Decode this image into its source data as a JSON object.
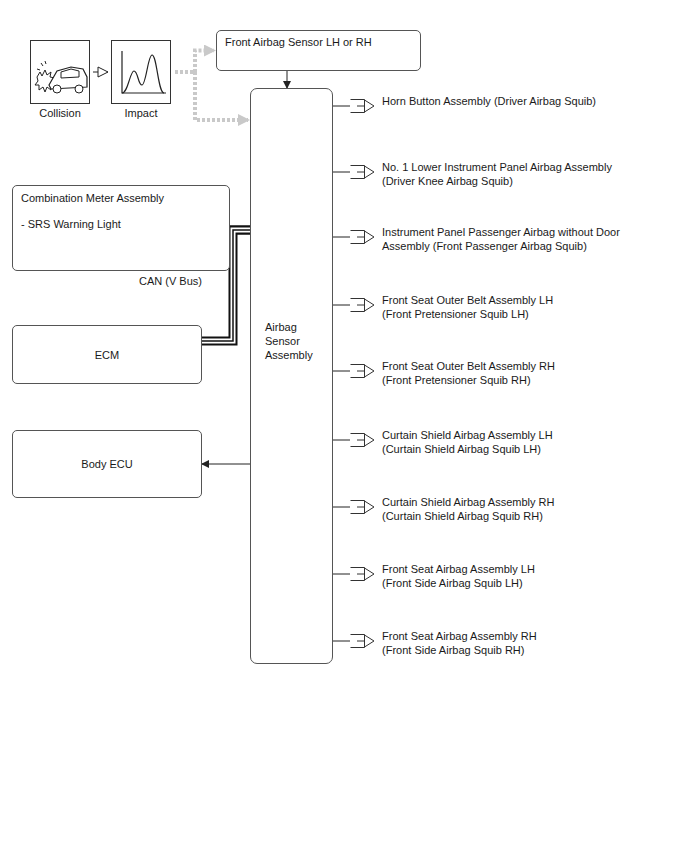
{
  "diagram": {
    "nodes": [
      {
        "text": [
          "Collision"
        ]
      },
      {
        "text": [
          "Impact"
        ]
      },
      {
        "text": [
          "Front Airbag Sensor LH or RH"
        ]
      },
      {
        "text": [
          "Airbag Sensor Assembly"
        ]
      },
      {
        "text": [
          "Combination Meter Assembly",
          "- SRS Warning Light"
        ]
      },
      {
        "text": [
          "ECM"
        ]
      },
      {
        "text": [
          "Body ECU"
        ]
      },
      {
        "text": [
          "Horn Button Assembly (Driver Airbag Squib)"
        ]
      },
      {
        "text": [
          "No. 1 Lower Instrument Panel Airbag Assembly",
          "(Driver Knee Airbag Squib)"
        ]
      },
      {
        "text": [
          "Instrument Panel Passenger Airbag without Door Assembly (Front Passenger Airbag Squib)"
        ]
      },
      {
        "text": [
          "Front Seat Outer Belt Assembly LH",
          "(Front Pretensioner Squib LH)"
        ]
      },
      {
        "text": [
          "Front Seat Outer Belt Assembly RH",
          "(Front Pretensioner Squib RH)"
        ]
      },
      {
        "text": [
          "Curtain Shield Airbag Assembly LH",
          "(Curtain Shield Airbag Squib LH)"
        ]
      },
      {
        "text": [
          "Curtain Shield Airbag Assembly RH",
          "(Curtain Shield Airbag Squib RH)"
        ]
      },
      {
        "text": [
          "Front Seat Airbag Assembly LH",
          "(Front Side Airbag Squib LH)"
        ]
      },
      {
        "text": [
          "Front Seat Airbag Assembly RH",
          "(Front Side Airbag Squib RH)"
        ]
      }
    ],
    "edges": [
      {
        "from": 0,
        "to": 1,
        "arrow": "to"
      },
      {
        "from": 1,
        "to": 2,
        "arrow": "to"
      },
      {
        "from": 1,
        "to": 3,
        "arrow": "to"
      },
      {
        "from": 2,
        "to": 3,
        "arrow": "to"
      },
      {
        "from": 4,
        "to": 3,
        "arrow": "none"
      },
      {
        "from": 5,
        "to": 3,
        "arrow": "none"
      },
      {
        "from": 3,
        "to": 6,
        "arrow": "to"
      },
      {
        "from": 3,
        "to": 7,
        "arrow": "none"
      },
      {
        "from": 3,
        "to": 8,
        "arrow": "none"
      },
      {
        "from": 3,
        "to": 9,
        "arrow": "none"
      },
      {
        "from": 3,
        "to": 10,
        "arrow": "none"
      },
      {
        "from": 3,
        "to": 11,
        "arrow": "none"
      },
      {
        "from": 3,
        "to": 12,
        "arrow": "none"
      },
      {
        "from": 3,
        "to": 13,
        "arrow": "none"
      },
      {
        "from": 3,
        "to": 14,
        "arrow": "none"
      },
      {
        "from": 3,
        "to": 15,
        "arrow": "none"
      }
    ],
    "labels": [
      "CAN (V Bus)"
    ]
  }
}
